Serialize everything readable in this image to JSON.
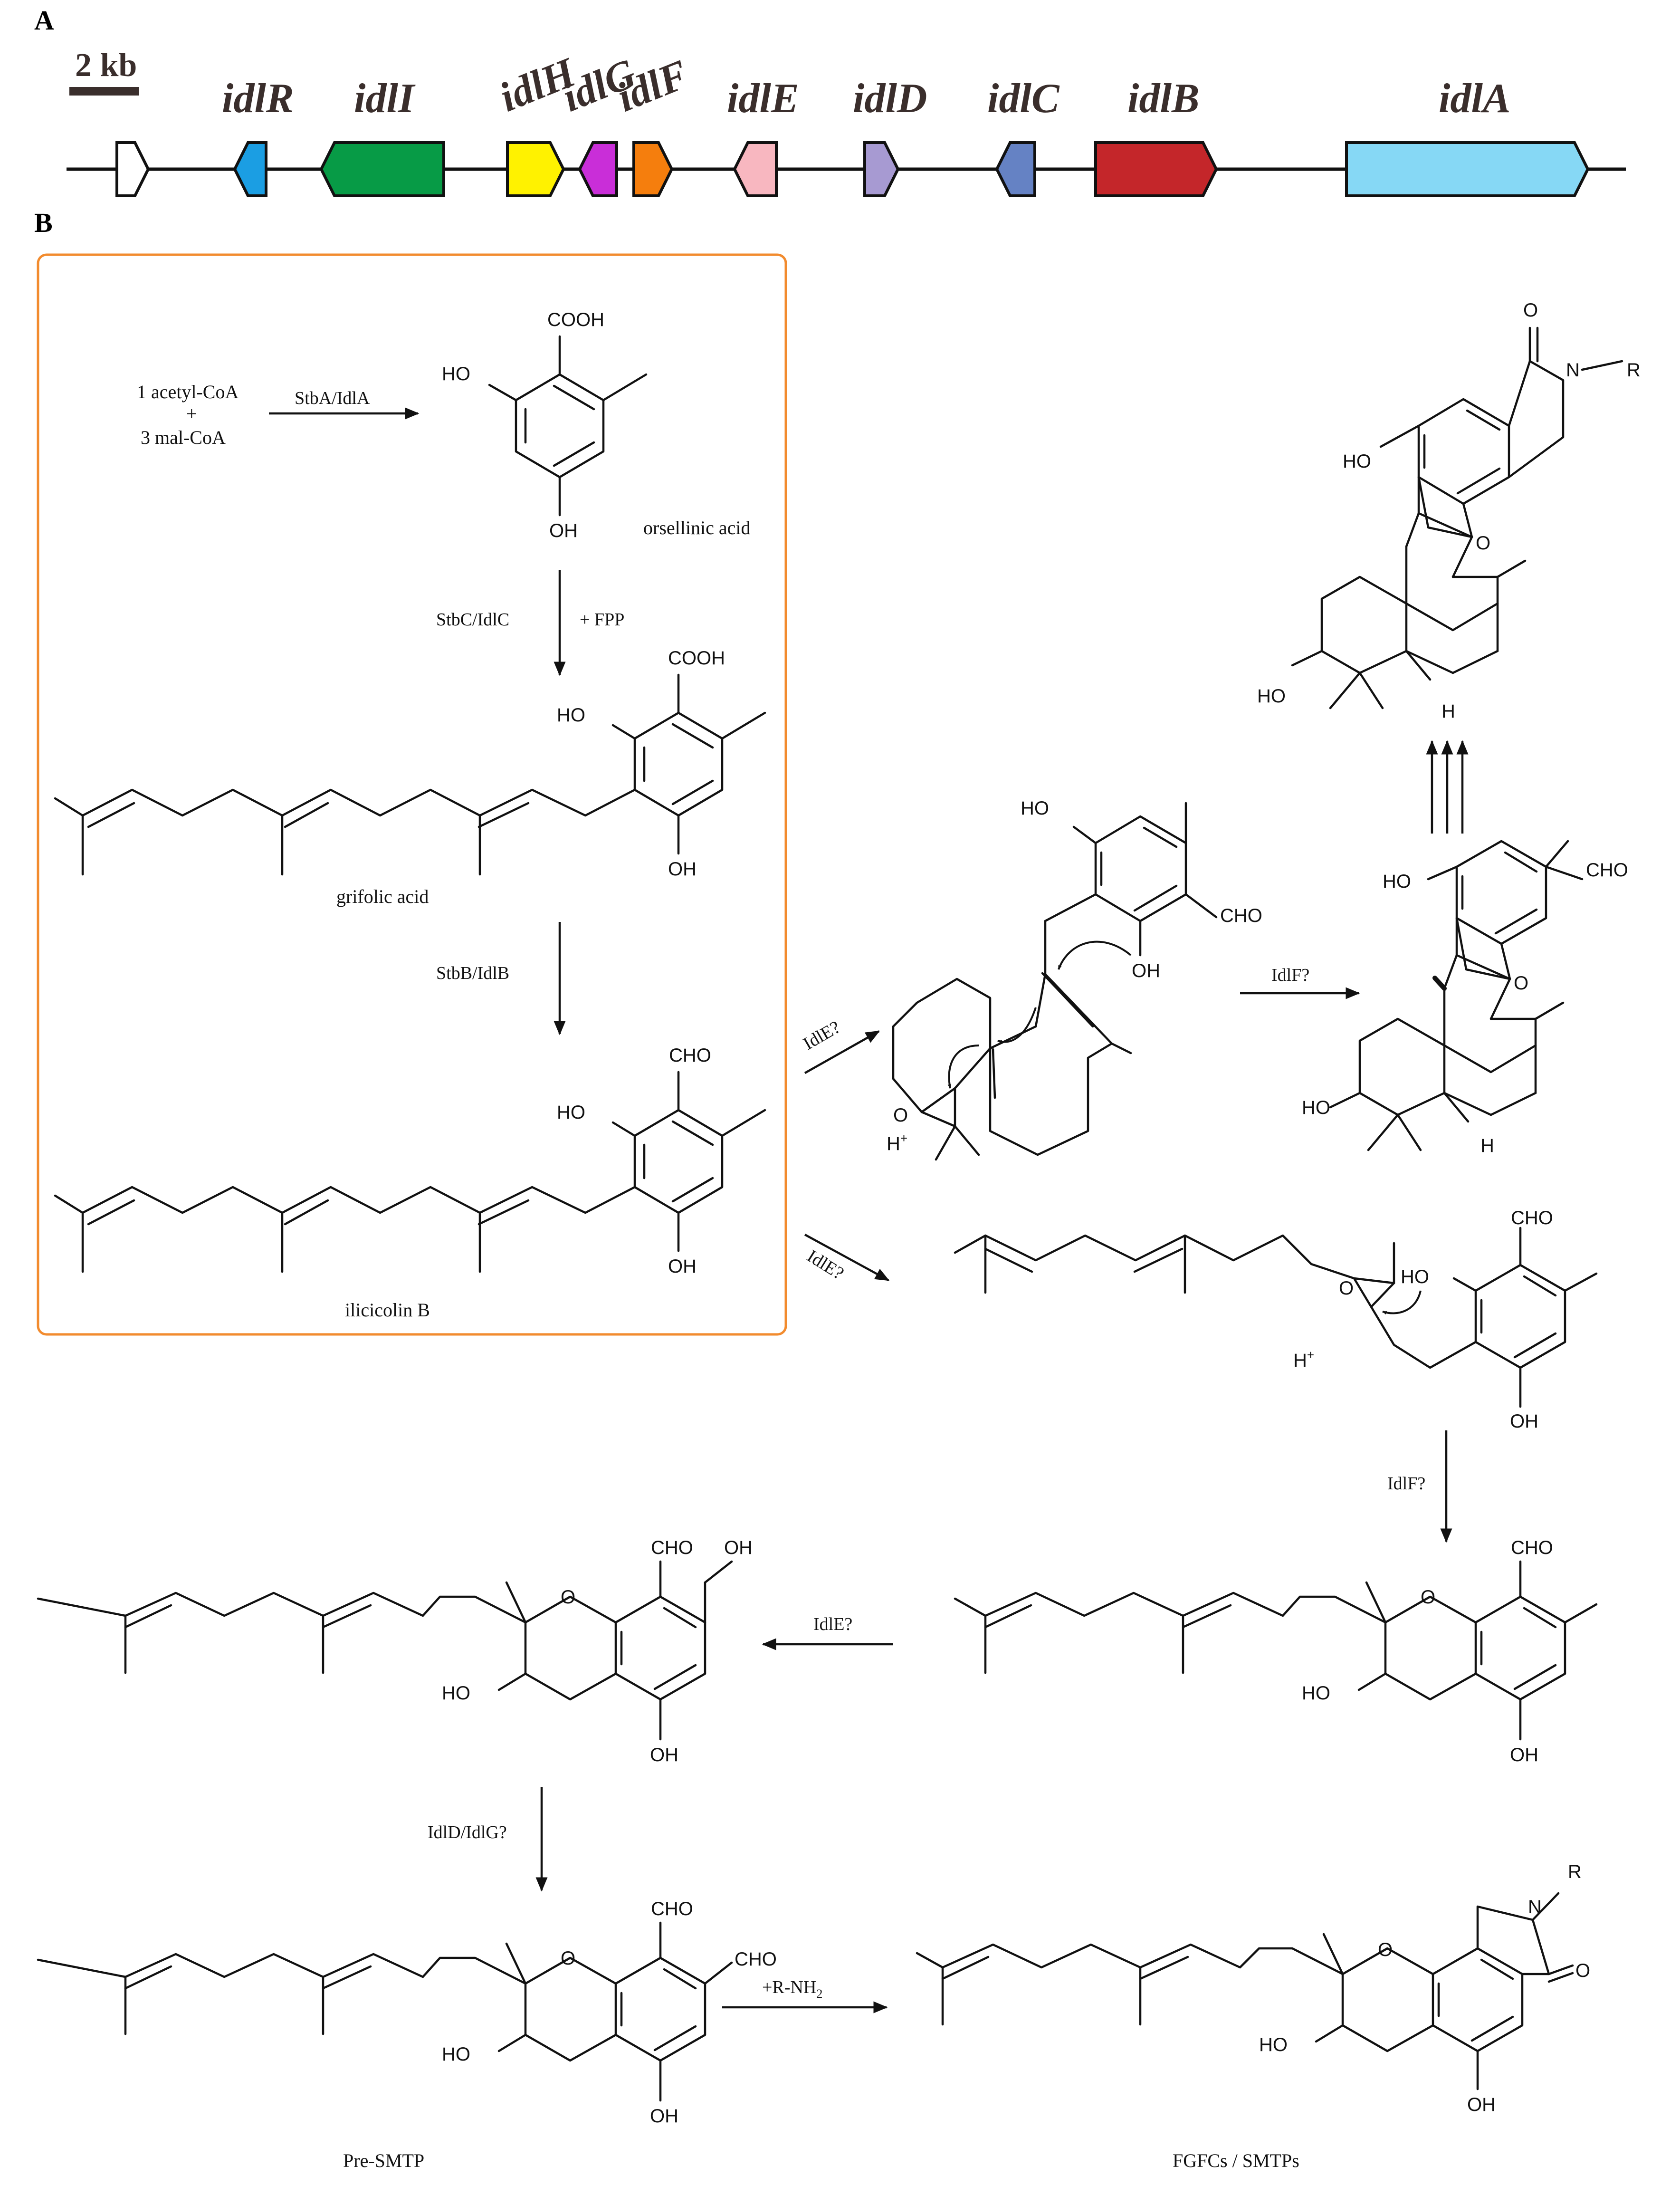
{
  "panel_labels": {
    "a": "A",
    "b": "B"
  },
  "scale_bar": {
    "label": "2 kb"
  },
  "genes": [
    {
      "id": "orf",
      "label": "",
      "color": "#ffffff",
      "dir": "right",
      "label_rot": 0
    },
    {
      "id": "idlR",
      "label": "idlR",
      "color": "#1b9ee3",
      "dir": "left",
      "label_rot": 0
    },
    {
      "id": "idlI",
      "label": "idlI",
      "color": "#079b46",
      "dir": "left",
      "label_rot": 0
    },
    {
      "id": "idlH",
      "label": "idlH",
      "color": "#fff200",
      "dir": "right",
      "label_rot": -22
    },
    {
      "id": "idlG",
      "label": "idlG",
      "color": "#c92ed8",
      "dir": "left",
      "label_rot": -22
    },
    {
      "id": "idlF",
      "label": "idlF",
      "color": "#f57e0d",
      "dir": "right",
      "label_rot": -22
    },
    {
      "id": "idlE",
      "label": "idlE",
      "color": "#f8b7c0",
      "dir": "left",
      "label_rot": 0
    },
    {
      "id": "idlD",
      "label": "idlD",
      "color": "#a79ad2",
      "dir": "right",
      "label_rot": 0
    },
    {
      "id": "idlC",
      "label": "idlC",
      "color": "#6582c4",
      "dir": "left",
      "label_rot": 0
    },
    {
      "id": "idlB",
      "label": "idlB",
      "color": "#c4262a",
      "dir": "right",
      "label_rot": 0
    },
    {
      "id": "idlA",
      "label": "idlA",
      "color": "#86d8f5",
      "dir": "right",
      "label_rot": 0
    }
  ],
  "box_accent_color": "#f28b2e",
  "start": {
    "line1": "1 acetyl-CoA",
    "line2": "+",
    "line3": "3 mal-CoA"
  },
  "steps": {
    "s1": "StbA/IdlA",
    "s2": "StbC/IdlC",
    "s2b": "+ FPP",
    "s3": "StbB/IdlB",
    "s4": "IdlE?",
    "s5": "IdlE?",
    "s6": "IdlF?",
    "s7": "IdlF?",
    "s8": "IdlE?",
    "s9": "IdlD/IdlG?",
    "s10": "+R-NH",
    "s10sub": "2"
  },
  "compounds": {
    "orsellinic": "orsellinic acid",
    "grifolic": "grifolic acid",
    "ilicicolin": "ilicicolin B",
    "presmtp": "Pre-SMTP",
    "fgfc": "FGFCs / SMTPs"
  },
  "atoms": {
    "cooh": "COOH",
    "cho": "CHO",
    "ho": "HO",
    "oh": "OH",
    "o": "O",
    "n": "N",
    "r": "R",
    "h": "H",
    "hplus": "H",
    "plus": "+"
  }
}
